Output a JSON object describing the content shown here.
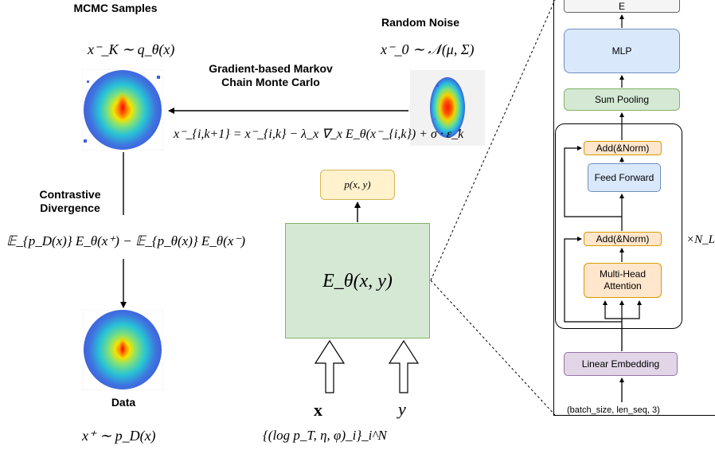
{
  "left": {
    "mcmc_samples_label": "MCMC Samples",
    "mcmc_samples_eq": "x⁻_K ∼ q_θ(x)",
    "random_noise_label": "Random Noise",
    "random_noise_eq": "x⁻_0 ∼ 𝒩(μ, Σ)",
    "gradient_label": "Gradient-based Markov Chain Monte Carlo",
    "update_eq": "x⁻_{i,k+1} = x⁻_{i,k} − λ_x ∇_x E_θ(x⁻_{i,k}) + σ · ε_k",
    "contrastive_label": "Contrastive Divergence",
    "cd_eq": "𝔼_{p_D(x)} E_θ(x⁺) − 𝔼_{p_θ(x)} E_θ(x⁻)",
    "data_label": "Data",
    "data_eq": "x⁺ ∼ p_D(x)"
  },
  "center": {
    "output_label": "p(x, y)",
    "energy_label": "E_θ(x, y)",
    "input_x": "x",
    "input_y": "y",
    "input_set": "{(log p_T, η, φ)_i}_i^N"
  },
  "right": {
    "output_label": "E",
    "mlp_label": "MLP",
    "sum_pooling_label": "Sum Pooling",
    "add_norm_top_label": "Add(&Norm)",
    "feed_forward_label": "Feed Forward",
    "add_norm_bottom_label": "Add(&Norm)",
    "attention_label": "Multi-Head Attention",
    "repeat_label": "×N_L",
    "embedding_label": "Linear Embedding",
    "input_shape_label": "(batch_size, len_seq, 3)"
  },
  "colors": {
    "green_fill": "#d5e8d4",
    "green_stroke": "#82b366",
    "blue_fill": "#dae8fc",
    "blue_stroke": "#6c8ebf",
    "orange_fill": "#ffe6cc",
    "orange_stroke": "#d79b00",
    "yellow_fill": "#fff2cc",
    "yellow_stroke": "#d6b656",
    "purple_fill": "#e1d5e7",
    "purple_stroke": "#9673a6",
    "gray_fill": "#f5f5f5",
    "gray_stroke": "#666666"
  }
}
